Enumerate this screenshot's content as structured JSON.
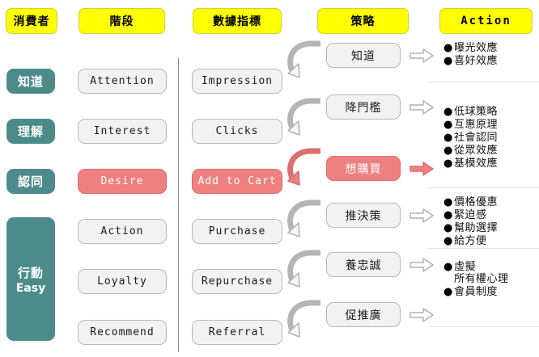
{
  "headers": [
    {
      "label": "消費者",
      "kind": "cjk"
    },
    {
      "label": "階段",
      "kind": "cjk"
    },
    {
      "label": "數據指標",
      "kind": "cjk"
    },
    {
      "label": "策略",
      "kind": "cjk"
    },
    {
      "label": "Action",
      "kind": "mono"
    }
  ],
  "consumer_labels": [
    {
      "label": "知道",
      "sub": ""
    },
    {
      "label": "理解",
      "sub": ""
    },
    {
      "label": "認同",
      "sub": ""
    },
    {
      "label": "行動",
      "sub": "Easy"
    }
  ],
  "stages": [
    {
      "label": "Attention",
      "highlight": false
    },
    {
      "label": "Interest",
      "highlight": false
    },
    {
      "label": "Desire",
      "highlight": true
    },
    {
      "label": "Action",
      "highlight": false
    },
    {
      "label": "Loyalty",
      "highlight": false
    },
    {
      "label": "Recommend",
      "highlight": false
    }
  ],
  "metrics": [
    {
      "label": "Impression",
      "highlight": false
    },
    {
      "label": "Clicks",
      "highlight": false
    },
    {
      "label": "Add to Cart",
      "highlight": true
    },
    {
      "label": "Purchase",
      "highlight": false
    },
    {
      "label": "Repurchase",
      "highlight": false
    },
    {
      "label": "Referral",
      "highlight": false
    }
  ],
  "strategies": [
    {
      "label": "知道",
      "highlight": false
    },
    {
      "label": "降門檻",
      "highlight": false
    },
    {
      "label": "想購買",
      "highlight": true
    },
    {
      "label": "推決策",
      "highlight": false
    },
    {
      "label": "養忠誠",
      "highlight": false
    },
    {
      "label": "促推廣",
      "highlight": false
    }
  ],
  "actions": [
    {
      "items": [
        "曝光效應",
        "喜好效應"
      ]
    },
    {
      "items": [
        "低球策略",
        "互惠原理",
        "社會認同",
        "從眾效應",
        "基模效應"
      ]
    },
    {
      "items": [
        "價格優惠",
        "緊迫感",
        "幫助選擇",
        "給方便"
      ]
    },
    {
      "items": [
        "虛擬\n所有權心理",
        "會員制度"
      ]
    }
  ],
  "colors": {
    "accent_yellow": "#ffff00",
    "teal": "#4d8b8b",
    "highlight_red": "#ef8080",
    "box_gray": "#f2f2f2",
    "arrow_gray": "#bdbdbd"
  }
}
